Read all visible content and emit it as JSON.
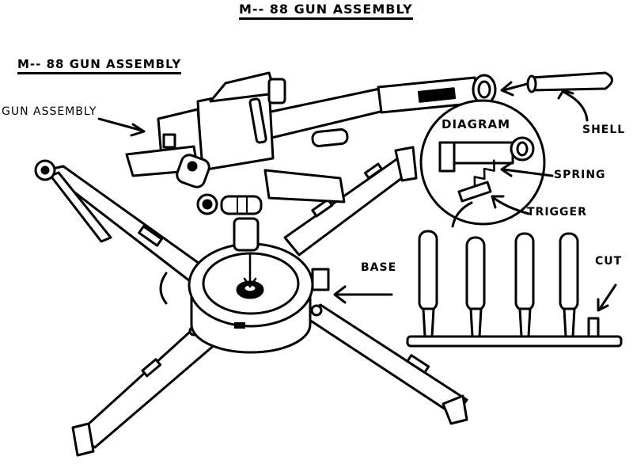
{
  "title": "M-- 88 GUN ASSEMBLY",
  "subtitle": "M-- 88 GUN ASSEMBLY",
  "labels": {
    "gun_assembly": "GUN ASSEMBLY",
    "shell": "SHELL",
    "diagram": "DIAGRAM",
    "spring": "SPRING",
    "trigger": "TRIGGER",
    "base": "BASE",
    "cut": "CUT"
  },
  "colors": {
    "ink": "#000000",
    "paper": "#ffffff",
    "watermark": "#c8c8c8"
  }
}
